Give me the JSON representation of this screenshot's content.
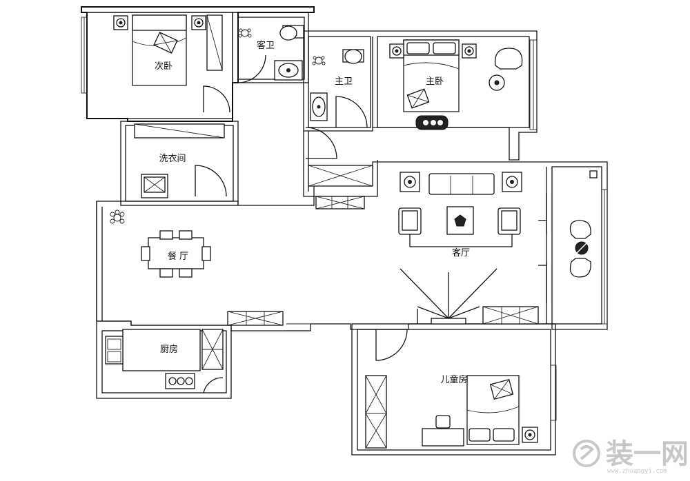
{
  "rooms": {
    "secondary_bedroom": "次卧",
    "guest_bath": "客卫",
    "master_bath": "主卫",
    "master_bedroom": "主卧",
    "laundry": "洗衣间",
    "dining": "餐 厅",
    "living": "客厅",
    "kitchen": "厨房",
    "kids_room": "儿童房"
  },
  "watermark": {
    "brand": "装一网",
    "url": "www.zhuangyi.com"
  }
}
